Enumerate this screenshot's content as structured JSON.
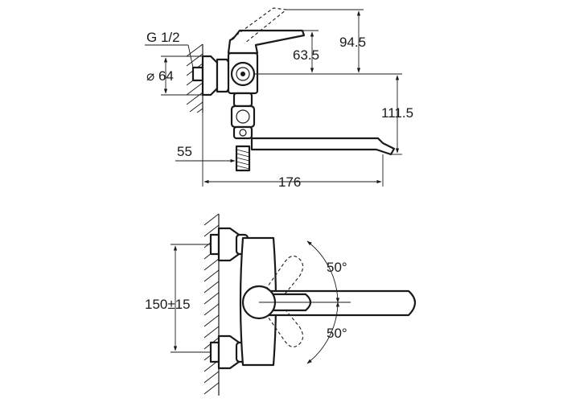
{
  "top_view": {
    "thread_label": "G 1/2",
    "diameter_label": "⌀ 64",
    "dim_63_5": "63.5",
    "dim_94_5": "94.5",
    "dim_111_5": "111.5",
    "dim_55": "55",
    "dim_176": "176"
  },
  "bottom_view": {
    "dim_spacing": "150±15",
    "angle_upper": "50°",
    "angle_lower": "50°"
  },
  "colors": {
    "line": "#1a1a1a",
    "background": "#ffffff"
  }
}
